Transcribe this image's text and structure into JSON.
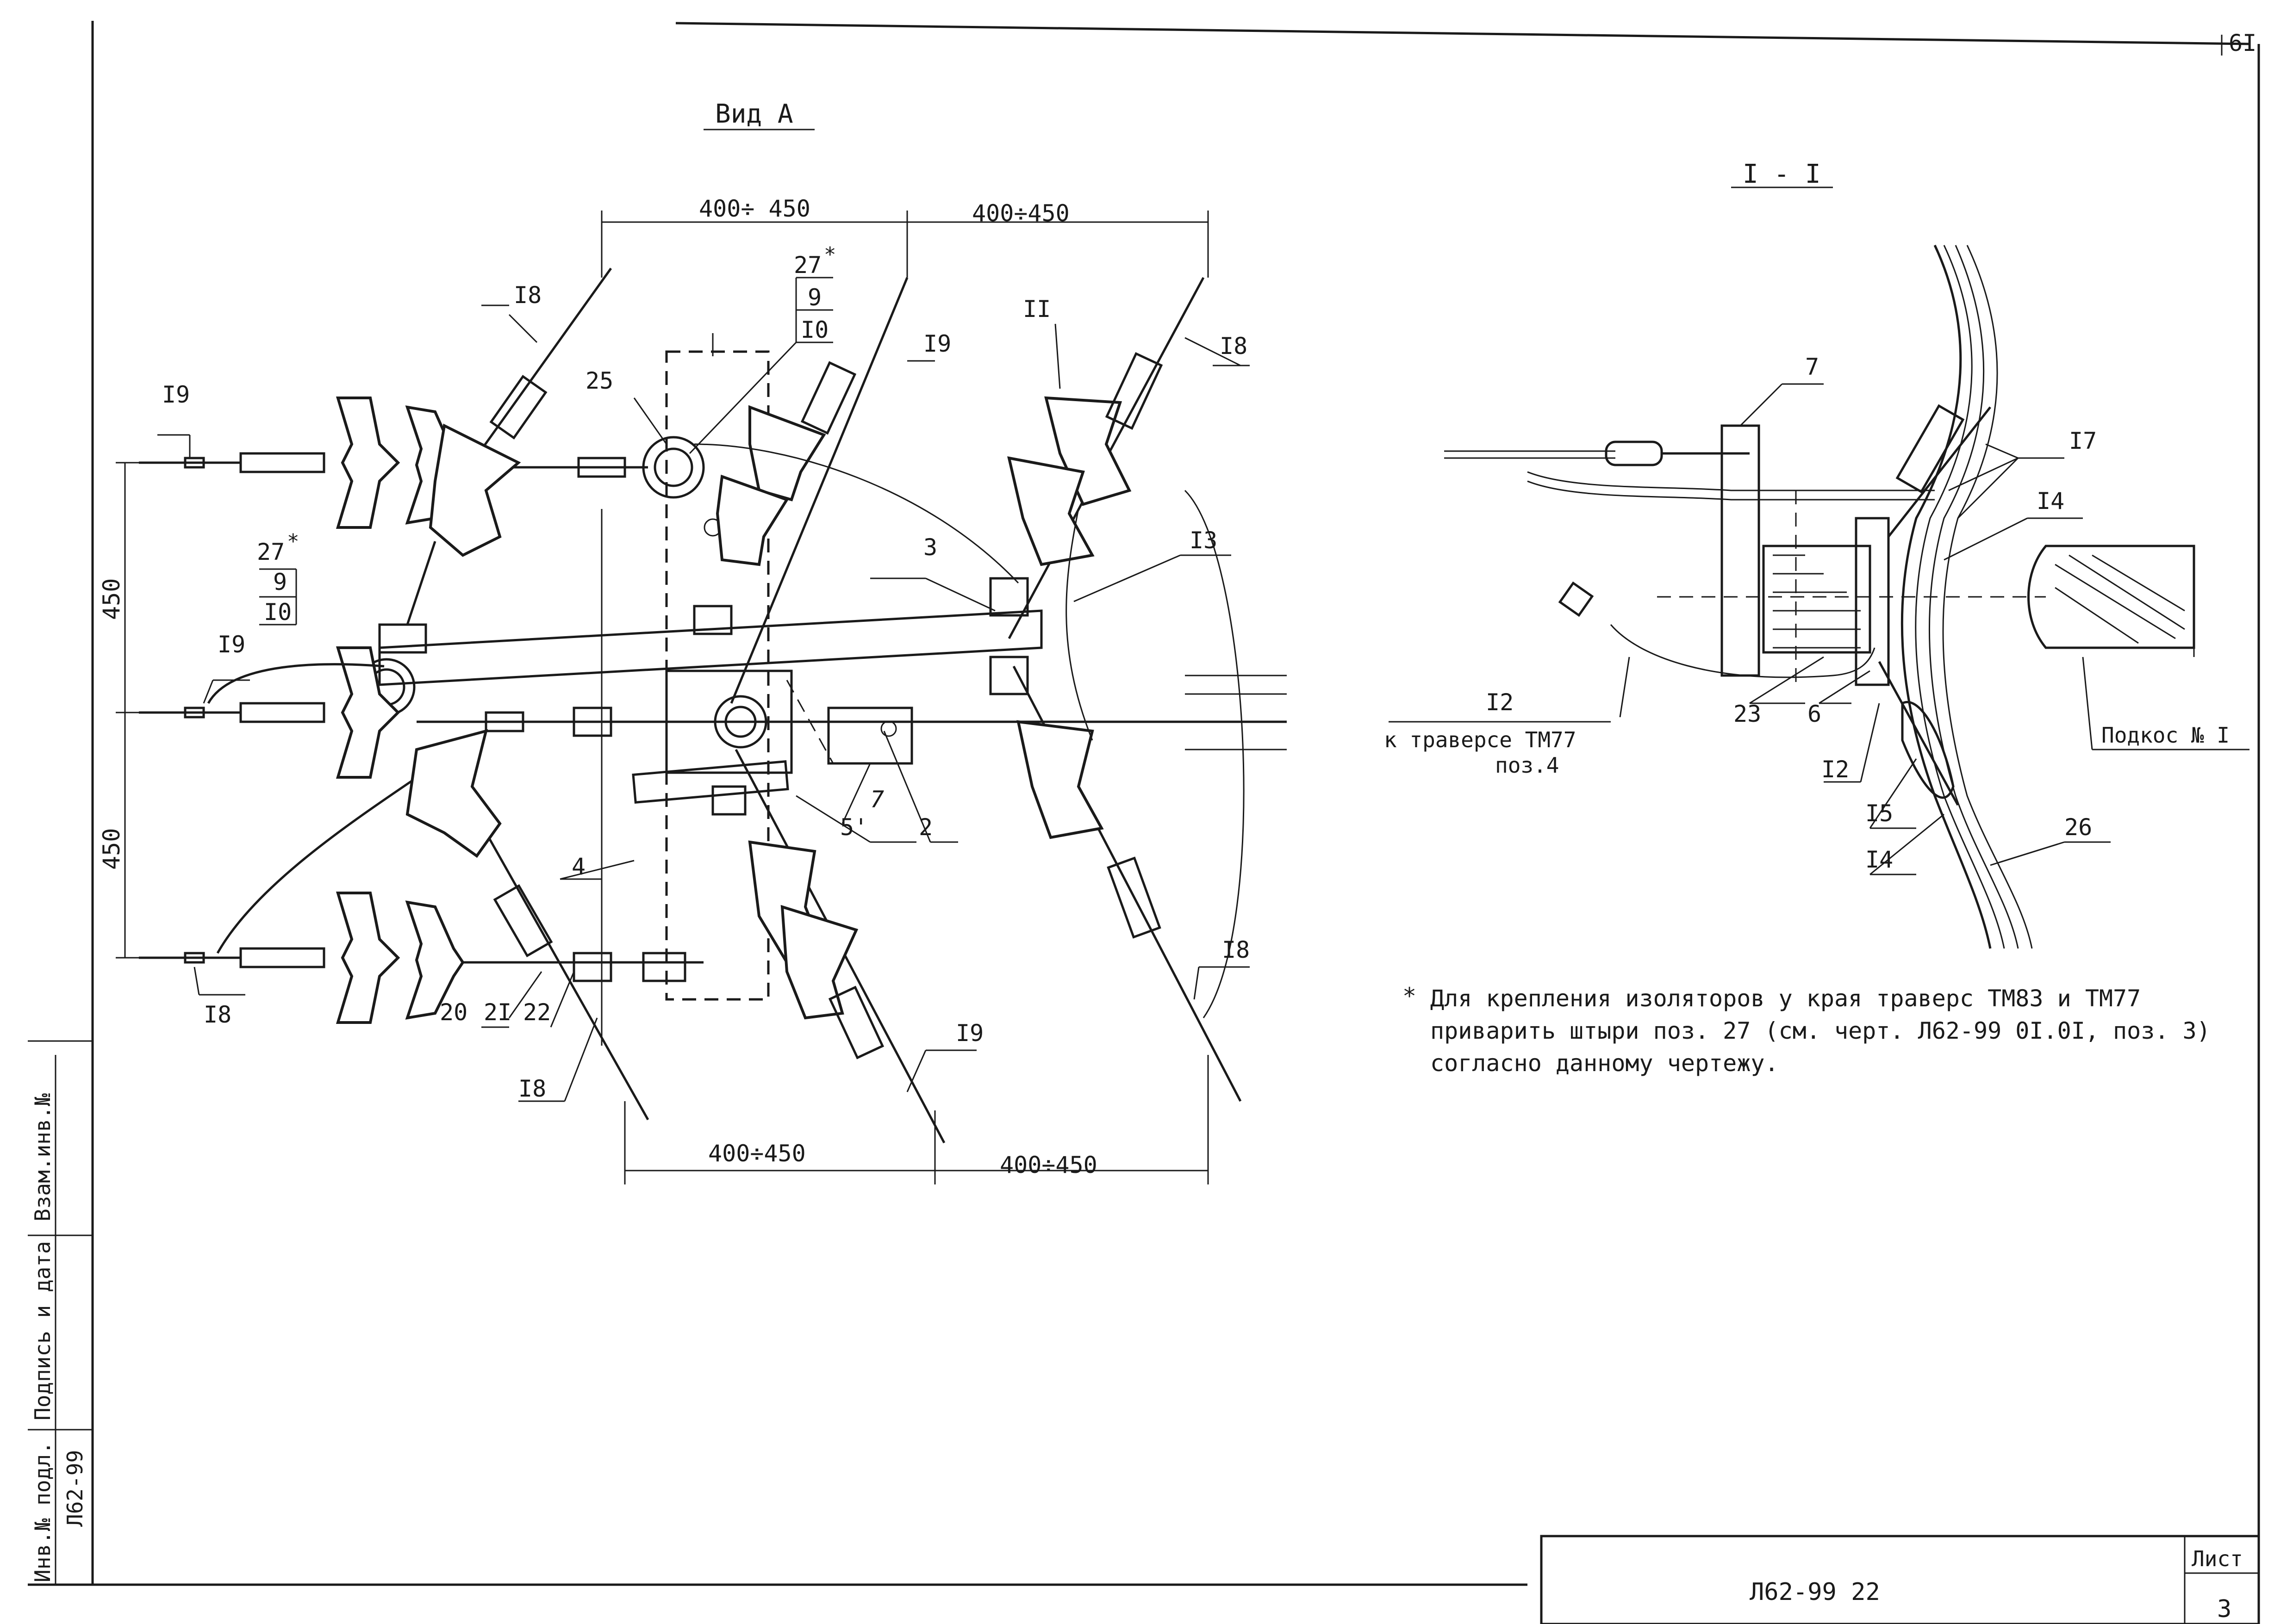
{
  "page_number": "6I",
  "view_a": {
    "title": "Вид А",
    "dims": {
      "top_left": "400÷ 450",
      "top_right": "400÷450",
      "bottom_left": "400÷450",
      "bottom_right": "400÷450",
      "vertical_upper": "450",
      "vertical_lower": "450"
    },
    "labels": {
      "p18_top": "I8",
      "p19_left_top": "I9",
      "p27_top": "27",
      "p9_top": "9",
      "p10_top": "I0",
      "p19_top": "I9",
      "p11": "II",
      "p18_top_right": "I8",
      "p25": "25",
      "p27_left": "27",
      "p9_left": "9",
      "p10_left": "I0",
      "p19_left_mid": "I9",
      "p3": "3",
      "p13": "I3",
      "p7": "7",
      "p5": "5'",
      "p2": "2",
      "p4": "4",
      "p18_left_bottom": "I8",
      "p20": "20",
      "p21": "2I",
      "p22": "22",
      "p18_bottom": "I8",
      "p19_bottom": "I9",
      "p18_bottom_right": "I8",
      "asterisk": "*"
    }
  },
  "section_1_1": {
    "title": "I - I",
    "labels": {
      "p7": "7",
      "p17": "I7",
      "p14_top": "I4",
      "p12_left": "I2",
      "p12_right": "I2",
      "p23": "23",
      "p6": "6",
      "p15": "I5",
      "p14_bottom": "I4",
      "p26": "26",
      "note_traverse_line1": "к траверсе ТМ77",
      "note_traverse_line2": "поз.4",
      "podkos": "Подкос № I"
    }
  },
  "note": {
    "mark": "*",
    "lines": [
      "Для крепления изоляторов у края траверс ТМ83 и ТМ77",
      "приварить штыри поз. 27 (см. черт. Л62-99 0I.0I, поз. 3)",
      "согласно данному чертежу."
    ]
  },
  "stamp": {
    "label_inv_podl": "Инв.№ подл.",
    "label_podpis": "Подпись и дата",
    "label_vzam": "Взам.инв.№",
    "inv_value": "Л62-99",
    "doc_code": "Л62-99 22",
    "sheet_label": "Лист",
    "sheet_value": "3"
  },
  "colors": {
    "ink": "#1a1a1a",
    "paper": "#ffffff"
  }
}
